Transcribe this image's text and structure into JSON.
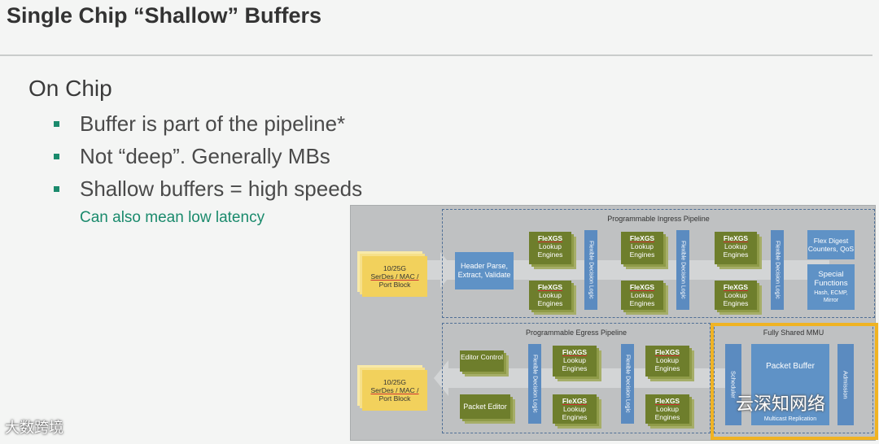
{
  "slide": {
    "title": "Single Chip “Shallow” Buffers",
    "heading": "On Chip",
    "bullets": [
      "Buffer is part of the pipeline*",
      "Not “deep”. Generally MBs",
      "Shallow buffers = high speeds"
    ],
    "subnote": "Can also mean low latency"
  },
  "diagram": {
    "ingress": {
      "title": "Programmable Ingress Pipeline",
      "port_block_line1": "10/25G",
      "port_block_line2": "SerDes / MAC /",
      "port_block_line3": "Port Block",
      "header_parse": "Header Parse, Extract, Validate",
      "flexgs_title": "FleXGS",
      "lookup": "Lookup",
      "engines": "Engines",
      "decision": "Flexible Decision Logic",
      "flex_digest": "Flex Digest Counters, QoS",
      "special_title": "Special Functions",
      "special_detail": "Hash, ECMP, Mirror"
    },
    "egress": {
      "title": "Programmable Egress Pipeline",
      "port_block_line1": "10/25G",
      "port_block_line2": "SerDes / MAC /",
      "port_block_line3": "Port Block",
      "editor_control": "Editor Control",
      "packet_editor": "Packet Editor",
      "flexgs_title": "FleXGS",
      "lookup": "Lookup",
      "engines": "Engines",
      "decision": "Flexible Decision Logic"
    },
    "mmu": {
      "title": "Fully Shared MMU",
      "scheduler": "Scheduler",
      "packet_buffer": "Packet Buffer",
      "multicast": "Multicast Replication",
      "admission": "Admission"
    }
  },
  "watermarks": {
    "left": "大数跨境",
    "right": "云深知网络"
  },
  "colors": {
    "accent_green": "#1a8a6c",
    "highlight": "#f0b323",
    "pipeline_blue": "#5f92c6",
    "lookup_olive": "#6e7e2c",
    "port_yellow": "#f2d15c"
  }
}
